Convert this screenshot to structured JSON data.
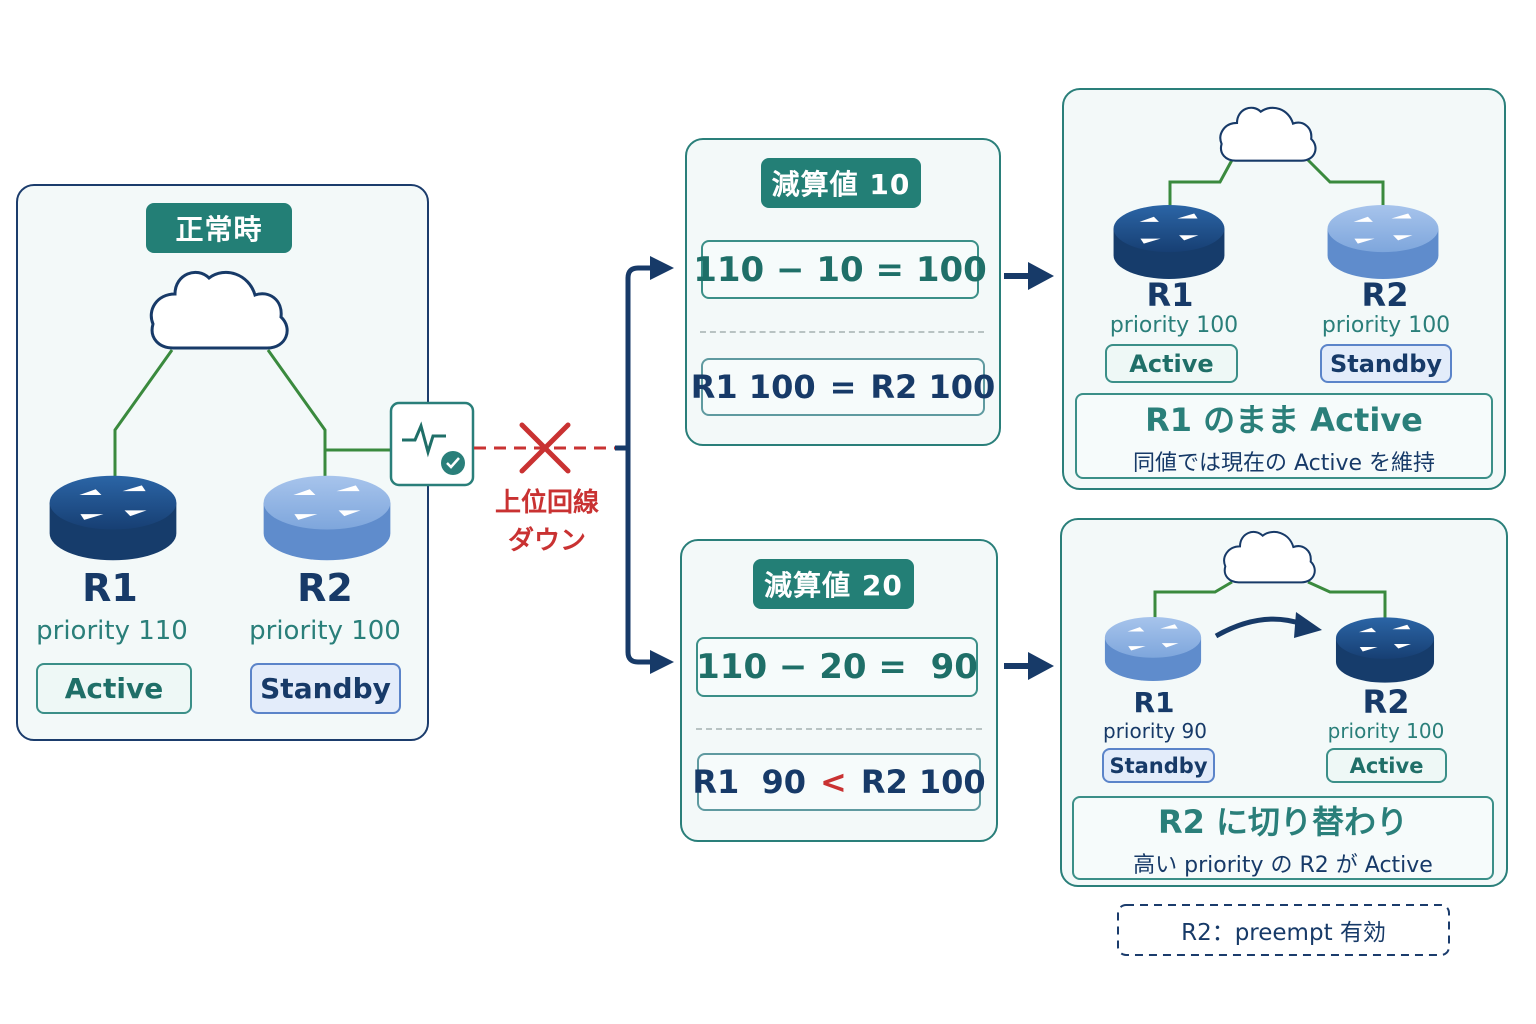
{
  "colors": {
    "teal": "#237f76",
    "navy": "#173a68",
    "red": "#c93232",
    "router_dark": "#1b4f8a",
    "router_light": "#6a97d4",
    "link_green": "#3a8a3e"
  },
  "normal": {
    "tag": "正常時",
    "r1": {
      "name": "R1",
      "priority": "priority 110",
      "state": "Active"
    },
    "r2": {
      "name": "R2",
      "priority": "priority 100",
      "state": "Standby"
    },
    "monitor_icon": "track-monitor-icon"
  },
  "failure": {
    "label_line1": "上位回線",
    "label_line2": "ダウン"
  },
  "case10": {
    "tag": "減算値 10",
    "calc": "110 − 10 = 100",
    "compare_left": "R1 100",
    "compare_op": "=",
    "compare_right": "R2 100",
    "result": {
      "r1": {
        "name": "R1",
        "priority": "priority 100",
        "state": "Active"
      },
      "r2": {
        "name": "R2",
        "priority": "priority 100",
        "state": "Standby"
      },
      "title": "R1 のまま Active",
      "subtitle": "同値では現在の Active を維持"
    }
  },
  "case20": {
    "tag": "減算値 20",
    "calc": "110 − 20 =  90",
    "compare_left": "R1  90",
    "compare_op": "<",
    "compare_right": "R2 100",
    "result": {
      "r1": {
        "name": "R1",
        "priority": "priority 90",
        "state": "Standby"
      },
      "r2": {
        "name": "R2",
        "priority": "priority 100",
        "state": "Active"
      },
      "title": "R2 に切り替わり",
      "subtitle": "高い priority の R2 が Active"
    }
  },
  "note": "R2：preempt 有効"
}
